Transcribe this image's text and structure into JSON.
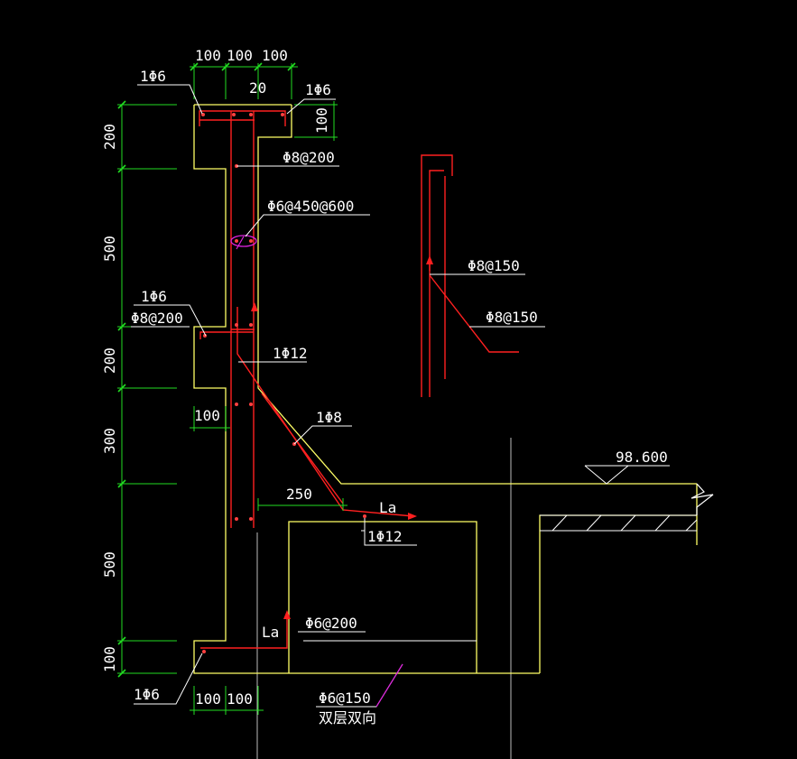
{
  "colors": {
    "background": "#000000",
    "concrete": "#ffff66",
    "rebar": "#ff2020",
    "dimension": "#22dd22",
    "leader": "#ffffff",
    "axis": "#bbbbbb",
    "leader_magenta": "#dd22dd",
    "link_magenta": "#cc33cc"
  },
  "dimensions": {
    "top": [
      "100",
      "100",
      "100"
    ],
    "top_inner": "20",
    "top_right": "100",
    "left": [
      "200",
      "500",
      "200",
      "300",
      "500",
      "100"
    ],
    "mid_step": "100",
    "slab_offset": "250",
    "bottom": [
      "100",
      "100"
    ]
  },
  "labels": {
    "tl_bar": "1Φ6",
    "tr_bar": "1Φ6",
    "stirrup_top": "Φ8@200",
    "tie": "Φ6@450@600",
    "mid_bar": "1Φ6",
    "mid_stirrup": "Φ8@200",
    "main_bar": "1Φ12",
    "slope_bar": "1Φ8",
    "anchor_la": "La",
    "bottom_main": "1Φ12",
    "base_la": "La",
    "base_bar": "Φ6@200",
    "bottom_bar": "1Φ6",
    "slab_bar": "Φ6@150",
    "slab_note": "双层双向",
    "detail_bar1": "Φ8@150",
    "detail_bar2": "Φ8@150",
    "elevation": "98.600"
  }
}
